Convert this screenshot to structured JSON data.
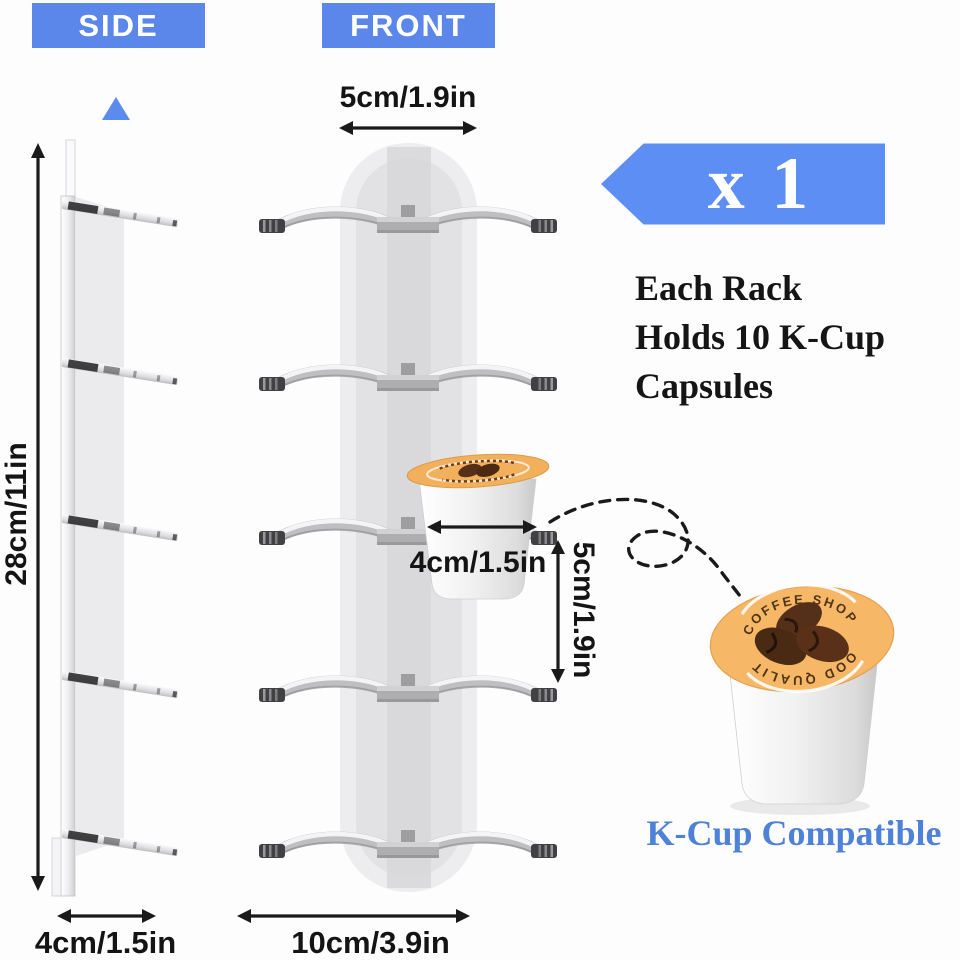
{
  "views": {
    "side": {
      "label": "SIDE",
      "dim_height": "28cm/11in",
      "dim_depth": "4cm/1.5in"
    },
    "front": {
      "label": "FRONT",
      "dim_width_top": "5cm/1.9in",
      "dim_width_bottom": "10cm/3.9in"
    }
  },
  "capsule_detail": {
    "dim_width": "4cm/1.5in",
    "dim_height": "5cm/1.9in"
  },
  "callout": {
    "multiplier": "x 1",
    "headline_lines": [
      "Each Rack",
      "Holds 10 K-Cup",
      "Capsules"
    ]
  },
  "product": {
    "lid_text_top": "COFFEE SHOP",
    "lid_text_bottom": "GOOD QUALITY",
    "compatibility_note": "K-Cup Compatible",
    "capacity_per_rack": 10,
    "rack_count": 1
  },
  "colors": {
    "header_blue": "#5b86ea",
    "banner_blue": "#5d8ef4",
    "marker_blue": "#5b8bee",
    "note_blue": "#4e82d8",
    "lid_orange": "#f6b766",
    "bean_brown": "#4f2b15",
    "dimension_text": "#141414"
  }
}
